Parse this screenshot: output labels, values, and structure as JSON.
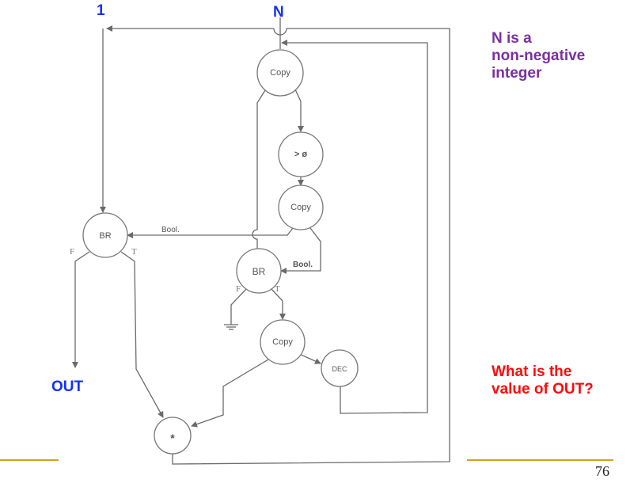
{
  "inputs": {
    "one_label": "1",
    "n_label": "N"
  },
  "output_label": "OUT",
  "nodes": {
    "copy_top": "Copy",
    "greater_zero": "> ø",
    "copy_mid": "Copy",
    "br_left": "BR",
    "br_mid": "BR",
    "copy_bottom": "Copy",
    "dec": "DEC",
    "multiply": "*"
  },
  "ports": {
    "br_left_false": "F",
    "br_left_true": "T",
    "br_mid_false": "F",
    "br_mid_true": "T",
    "bool_left": "Bool.",
    "bool_mid": "Bool."
  },
  "notes": {
    "premise_lines": [
      "N is a",
      "non-negative",
      "integer"
    ],
    "question_lines": [
      "What is the",
      "value of OUT?"
    ]
  },
  "colors": {
    "input_label": "#1030ff",
    "premise": "#7a2fa0",
    "question": "#ff0a0a",
    "rule": "#d4a21b"
  },
  "page_number": "76"
}
